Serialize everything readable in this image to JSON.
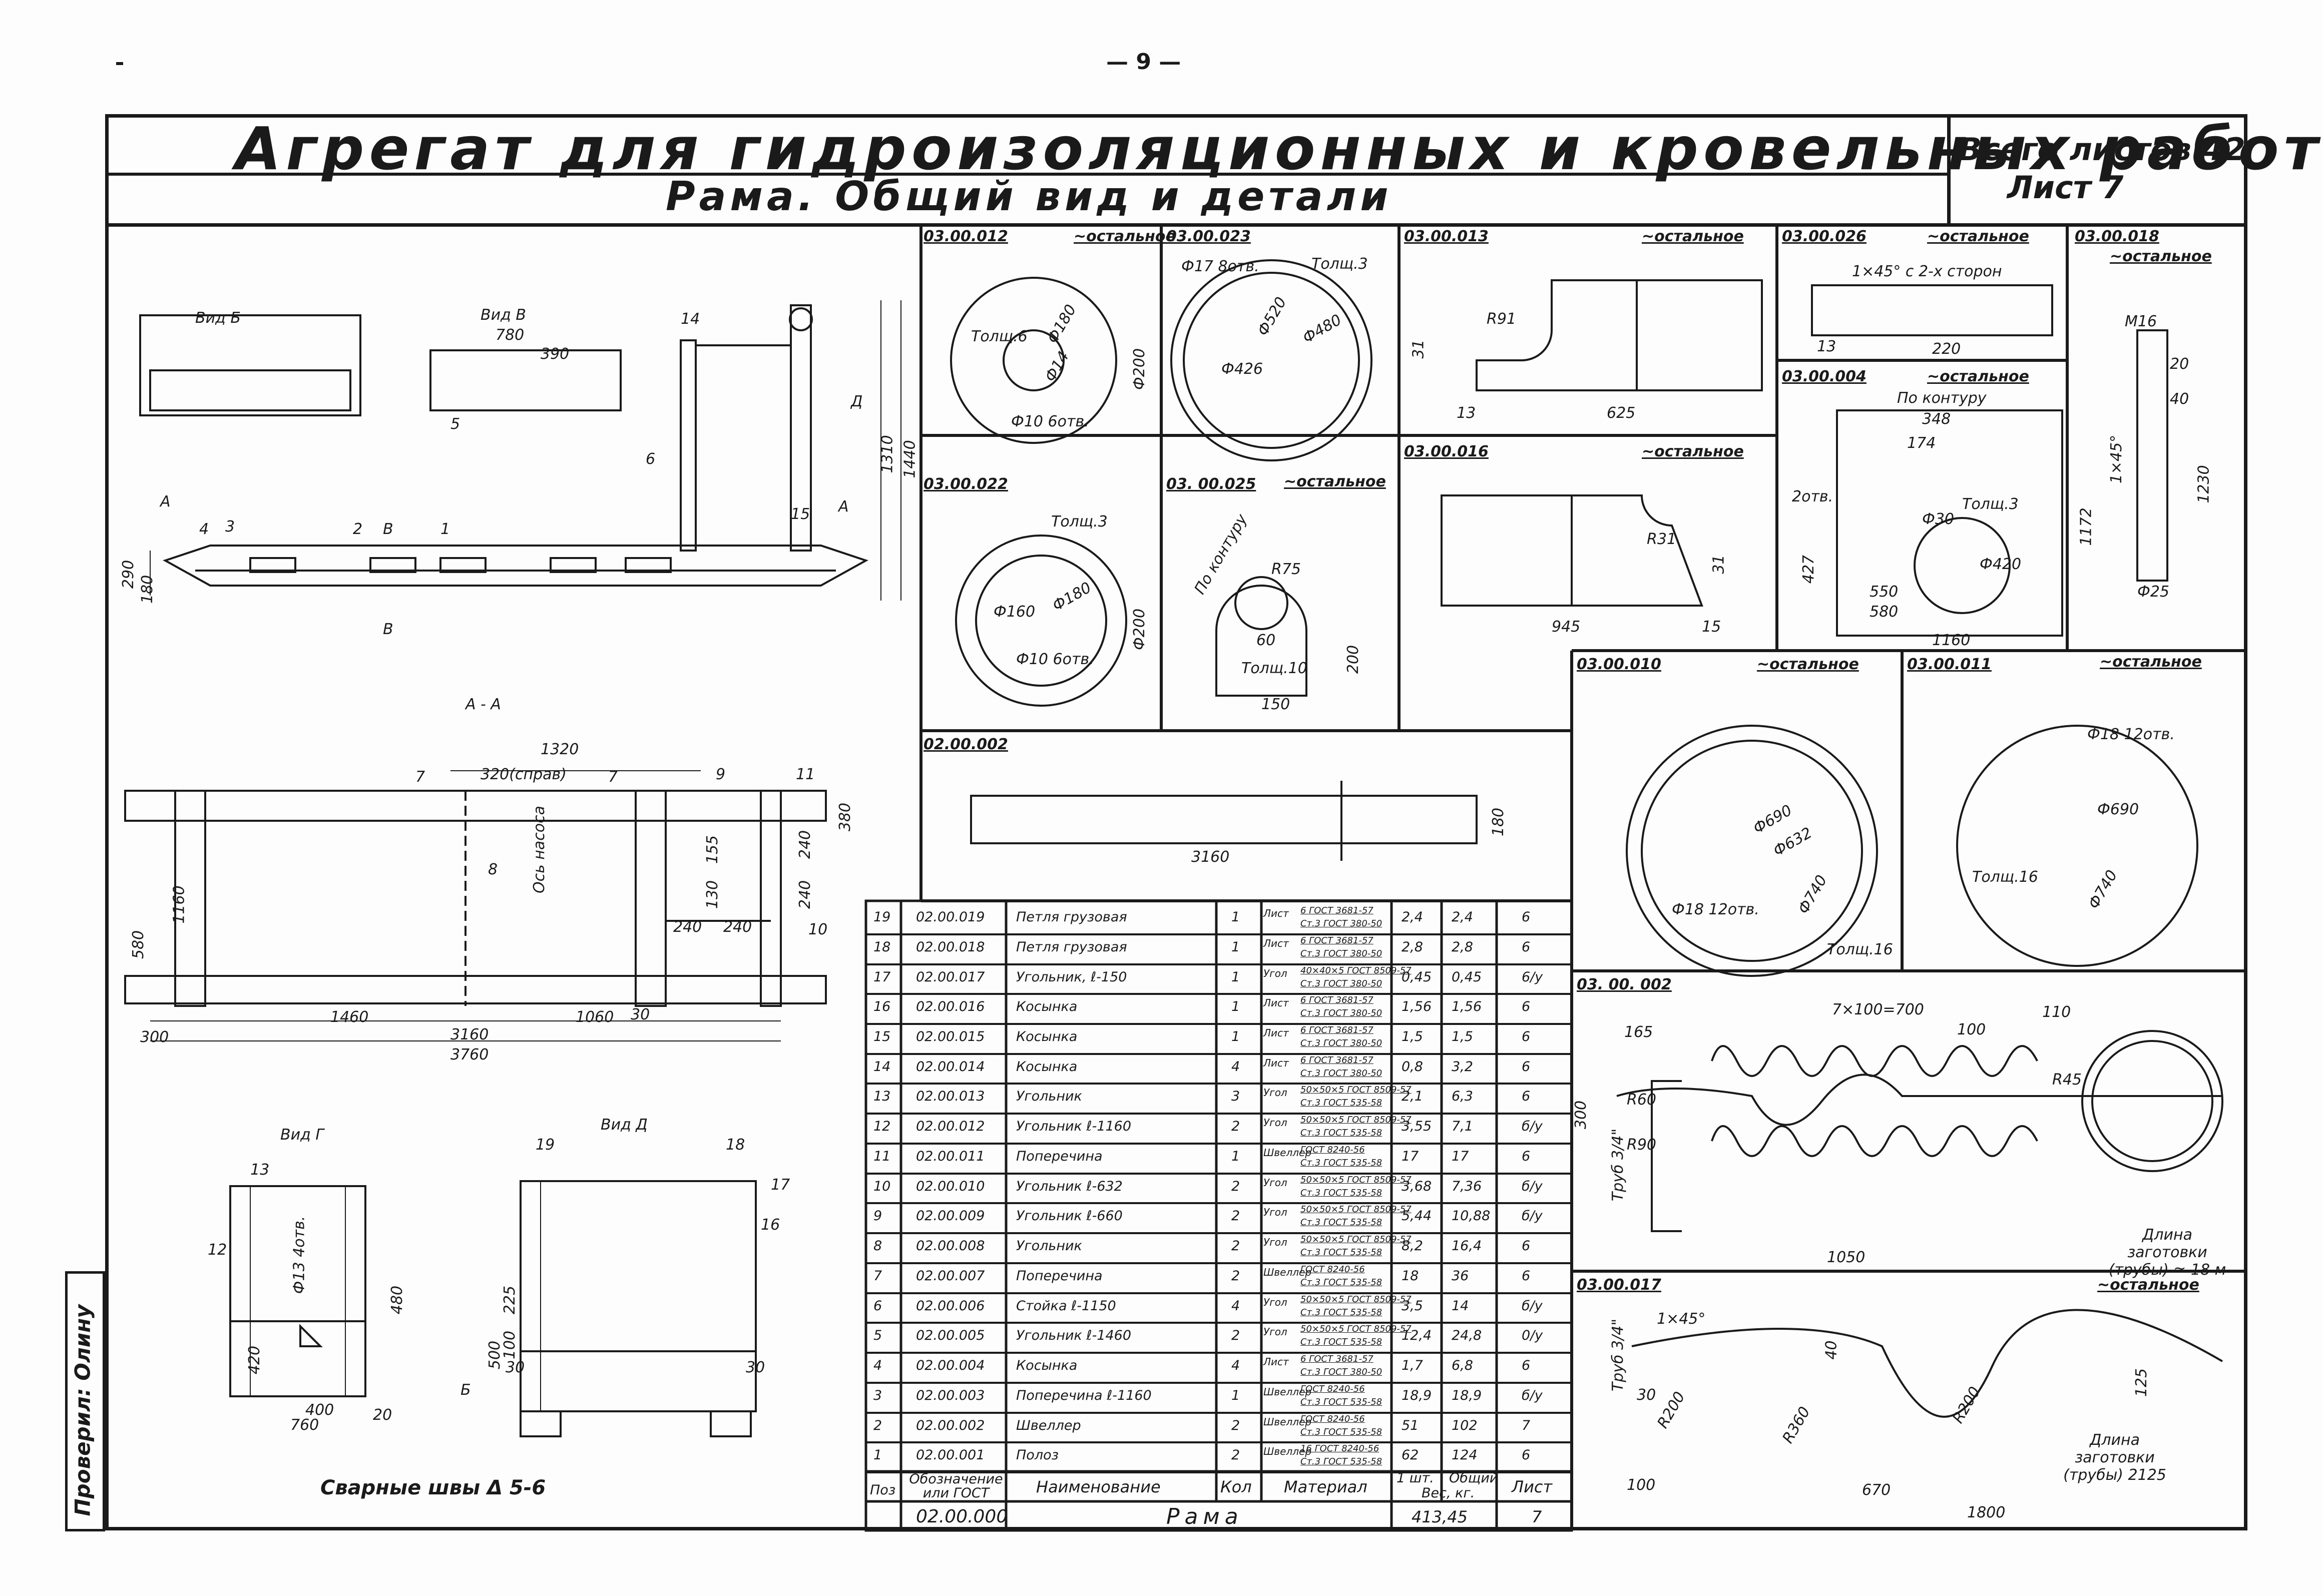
{
  "page_number": "— 9 —",
  "header": {
    "title": "Агрегат для гидроизоляционных и кровельных работ",
    "subtitle": "Рама. Общий вид и детали",
    "sheets_total": "Всего листов 42",
    "sheet_no": "Лист 7"
  },
  "checked": "Проверил: Олину",
  "weld_note": "Сварные швы Δ 5-6",
  "rest_mark": "~остальное",
  "views": {
    "vid_b": "Вид Б",
    "vid_v": "Вид В",
    "section_aa": "А - А",
    "vid_g": "Вид Г",
    "vid_d": "Вид Д",
    "axis_note": "Ось насоса",
    "cut_a": "А",
    "cut_b": "Б",
    "cut_v": "В",
    "cut_d": "Д"
  },
  "main_view_dims": {
    "d780": "780",
    "d390": "390",
    "d1310": "1310",
    "d1440": "1440",
    "d290": "290",
    "d180": "180",
    "callouts": [
      "4",
      "3",
      "2",
      "1",
      "5",
      "6",
      "14",
      "15"
    ]
  },
  "section_dims": {
    "d1320": "1320",
    "d320": "320(справ)",
    "d1160": "1160",
    "d580": "580",
    "d1460": "1460",
    "d3160": "3160",
    "d1060": "1060",
    "d300": "300",
    "d3760": "3760",
    "d380": "380",
    "d240a": "240",
    "d240b": "240",
    "d240c": "240",
    "d240d": "240",
    "d155": "155",
    "d130": "130",
    "d30": "30",
    "callouts": [
      "7",
      "7",
      "9",
      "11",
      "8",
      "10"
    ]
  },
  "vid_g_dims": {
    "d760": "760",
    "d400": "400",
    "d420": "420",
    "d480": "480",
    "d20": "20",
    "hole": "Ф13 4отв.",
    "c12": "12",
    "c13": "13"
  },
  "vid_d_dims": {
    "d500": "500",
    "d225": "225",
    "d30a": "30",
    "d30b": "30",
    "d100": "100",
    "c19": "19",
    "c18": "18",
    "c17": "17",
    "c16": "16"
  },
  "details": [
    {
      "code": "03.00.012",
      "notes": [
        "Толщ.6",
        "Ф180",
        "Ф14",
        "Ф10 6отв.",
        "Ф200"
      ]
    },
    {
      "code": "03.00.023",
      "notes": [
        "Ф17 8отв.",
        "Толщ.3",
        "Ф520",
        "Ф426",
        "Ф480"
      ]
    },
    {
      "code": "03.00.013",
      "notes": [
        "R91",
        "31",
        "625",
        "13"
      ]
    },
    {
      "code": "03.00.026",
      "notes": [
        "1×45° с 2-х сторон",
        "220",
        "13"
      ]
    },
    {
      "code": "03.00.018",
      "notes": [
        "М16",
        "20",
        "40",
        "1230",
        "Ф25",
        "1×45°"
      ]
    },
    {
      "code": "03.00.022",
      "notes": [
        "Толщ.3",
        "Ф160",
        "Ф180",
        "Ф200",
        "Ф10 6отв."
      ]
    },
    {
      "code": "03. 00.025",
      "notes": [
        "По контуру",
        "R75",
        "60",
        "200",
        "Толщ.10",
        "150"
      ]
    },
    {
      "code": "03.00.016",
      "notes": [
        "R31",
        "31",
        "945",
        "15"
      ]
    },
    {
      "code": "03.00.004",
      "notes": [
        "По контуру",
        "348",
        "174",
        "2отв.",
        "Ф30",
        "Толщ.3",
        "Ф420",
        "550",
        "580",
        "1160",
        "1172",
        "427"
      ]
    },
    {
      "code": "02.00.002",
      "notes": [
        "3160",
        "180"
      ]
    },
    {
      "code": "03.00.010",
      "notes": [
        "Ф690",
        "Ф632",
        "Ф740",
        "Ф18 12отв.",
        "Толщ.16"
      ]
    },
    {
      "code": "03.00.011",
      "notes": [
        "Ф18 12отв.",
        "Ф690",
        "Ф740",
        "Толщ.16"
      ]
    },
    {
      "code": "03. 00. 002",
      "notes": [
        "7×100=700",
        "100",
        "110",
        "165",
        "R60",
        "R90",
        "Труб 3/4\"",
        "300",
        "R45",
        "1050",
        "Длина заготовки (трубы) ≈ 18 м"
      ]
    },
    {
      "code": "03.00.017",
      "notes": [
        "1×45°",
        "Труб 3/4\"",
        "30",
        "R200",
        "R360",
        "R200",
        "40",
        "125",
        "670",
        "1800",
        "100",
        "Длина заготовки (трубы) 2125"
      ]
    }
  ],
  "spec_table": {
    "headers": {
      "pos": "Поз",
      "designation": "Обозначение или ГОСТ",
      "name": "Наименование",
      "qty": "Кол",
      "material": "Материал",
      "mass_unit": "1 шт.",
      "mass_total": "Общий",
      "mass_label": "Вес, кг.",
      "sheet": "Лист"
    },
    "rows": [
      {
        "pos": "19",
        "code": "02.00.019",
        "name": "Петля грузовая",
        "qty": "1",
        "mat_kind": "Лист",
        "mat1": "6 ГОСТ 3681-57",
        "mat2": "Ст.3 ГОСТ 380-50",
        "w1": "2,4",
        "wt": "2,4",
        "sheet": "6"
      },
      {
        "pos": "18",
        "code": "02.00.018",
        "name": "Петля грузовая",
        "qty": "1",
        "mat_kind": "Лист",
        "mat1": "6 ГОСТ 3681-57",
        "mat2": "Ст.3 ГОСТ 380-50",
        "w1": "2,8",
        "wt": "2,8",
        "sheet": "6"
      },
      {
        "pos": "17",
        "code": "02.00.017",
        "name": "Угольник, ℓ-150",
        "qty": "1",
        "mat_kind": "Угол",
        "mat1": "40×40×5 ГОСТ 8509-57",
        "mat2": "Ст.3 ГОСТ 380-50",
        "w1": "0,45",
        "wt": "0,45",
        "sheet": "6/у"
      },
      {
        "pos": "16",
        "code": "02.00.016",
        "name": "Косынка",
        "qty": "1",
        "mat_kind": "Лист",
        "mat1": "6 ГОСТ 3681-57",
        "mat2": "Ст.3 ГОСТ 380-50",
        "w1": "1,56",
        "wt": "1,56",
        "sheet": "6"
      },
      {
        "pos": "15",
        "code": "02.00.015",
        "name": "Косынка",
        "qty": "1",
        "mat_kind": "Лист",
        "mat1": "6 ГОСТ 3681-57",
        "mat2": "Ст.3 ГОСТ 380-50",
        "w1": "1,5",
        "wt": "1,5",
        "sheet": "6"
      },
      {
        "pos": "14",
        "code": "02.00.014",
        "name": "Косынка",
        "qty": "4",
        "mat_kind": "Лист",
        "mat1": "6 ГОСТ 3681-57",
        "mat2": "Ст.3 ГОСТ 380-50",
        "w1": "0,8",
        "wt": "3,2",
        "sheet": "6"
      },
      {
        "pos": "13",
        "code": "02.00.013",
        "name": "Угольник",
        "qty": "3",
        "mat_kind": "Угол",
        "mat1": "50×50×5 ГОСТ 8509-57",
        "mat2": "Ст.3 ГОСТ 535-58",
        "w1": "2,1",
        "wt": "6,3",
        "sheet": "6"
      },
      {
        "pos": "12",
        "code": "02.00.012",
        "name": "Угольник ℓ-1160",
        "qty": "2",
        "mat_kind": "Угол",
        "mat1": "50×50×5 ГОСТ 8509-57",
        "mat2": "Ст.3 ГОСТ 535-58",
        "w1": "3,55",
        "wt": "7,1",
        "sheet": "б/у"
      },
      {
        "pos": "11",
        "code": "02.00.011",
        "name": "Поперечина",
        "qty": "1",
        "mat_kind": "Швеллер",
        "mat1": "ГОСТ 8240-56",
        "mat2": "Ст.3 ГОСТ 535-58",
        "w1": "17",
        "wt": "17",
        "sheet": "6"
      },
      {
        "pos": "10",
        "code": "02.00.010",
        "name": "Угольник ℓ-632",
        "qty": "2",
        "mat_kind": "Угол",
        "mat1": "50×50×5 ГОСТ 8509-57",
        "mat2": "Ст.3 ГОСТ 535-58",
        "w1": "3,68",
        "wt": "7,36",
        "sheet": "б/у"
      },
      {
        "pos": "9",
        "code": "02.00.009",
        "name": "Угольник ℓ-660",
        "qty": "2",
        "mat_kind": "Угол",
        "mat1": "50×50×5 ГОСТ 8509-57",
        "mat2": "Ст.3 ГОСТ 535-58",
        "w1": "5,44",
        "wt": "10,88",
        "sheet": "б/у"
      },
      {
        "pos": "8",
        "code": "02.00.008",
        "name": "Угольник",
        "qty": "2",
        "mat_kind": "Угол",
        "mat1": "50×50×5 ГОСТ 8509-57",
        "mat2": "Ст.3 ГОСТ 535-58",
        "w1": "8,2",
        "wt": "16,4",
        "sheet": "6"
      },
      {
        "pos": "7",
        "code": "02.00.007",
        "name": "Поперечина",
        "qty": "2",
        "mat_kind": "Швеллер",
        "mat1": "ГОСТ 8240-56",
        "mat2": "Ст.3 ГОСТ 535-58",
        "w1": "18",
        "wt": "36",
        "sheet": "6"
      },
      {
        "pos": "6",
        "code": "02.00.006",
        "name": "Стойка ℓ-1150",
        "qty": "4",
        "mat_kind": "Угол",
        "mat1": "50×50×5 ГОСТ 8509-57",
        "mat2": "Ст.3 ГОСТ 535-58",
        "w1": "3,5",
        "wt": "14",
        "sheet": "б/у"
      },
      {
        "pos": "5",
        "code": "02.00.005",
        "name": "Угольник ℓ-1460",
        "qty": "2",
        "mat_kind": "Угол",
        "mat1": "50×50×5 ГОСТ 8509-57",
        "mat2": "Ст.3 ГОСТ 535-58",
        "w1": "12,4",
        "wt": "24,8",
        "sheet": "0/у"
      },
      {
        "pos": "4",
        "code": "02.00.004",
        "name": "Косынка",
        "qty": "4",
        "mat_kind": "Лист",
        "mat1": "6 ГОСТ 3681-57",
        "mat2": "Ст.3 ГОСТ 380-50",
        "w1": "1,7",
        "wt": "6,8",
        "sheet": "6"
      },
      {
        "pos": "3",
        "code": "02.00.003",
        "name": "Поперечина ℓ-1160",
        "qty": "1",
        "mat_kind": "Швеллер",
        "mat1": "ГОСТ 8240-56",
        "mat2": "Ст.3 ГОСТ 535-58",
        "w1": "18,9",
        "wt": "18,9",
        "sheet": "б/у"
      },
      {
        "pos": "2",
        "code": "02.00.002",
        "name": "Швеллер",
        "qty": "2",
        "mat_kind": "Швеллер",
        "mat1": "ГОСТ 8240-56",
        "mat2": "Ст.3 ГОСТ 535-58",
        "w1": "51",
        "wt": "102",
        "sheet": "7"
      },
      {
        "pos": "1",
        "code": "02.00.001",
        "name": "Полоз",
        "qty": "2",
        "mat_kind": "Швеллер",
        "mat1": "16 ГОСТ 8240-56",
        "mat2": "Ст.3 ГОСТ 535-58",
        "w1": "62",
        "wt": "124",
        "sheet": "6"
      }
    ],
    "total": {
      "code": "02.00.000",
      "name": "Рама",
      "mass": "413,45",
      "sheet": "7"
    }
  }
}
